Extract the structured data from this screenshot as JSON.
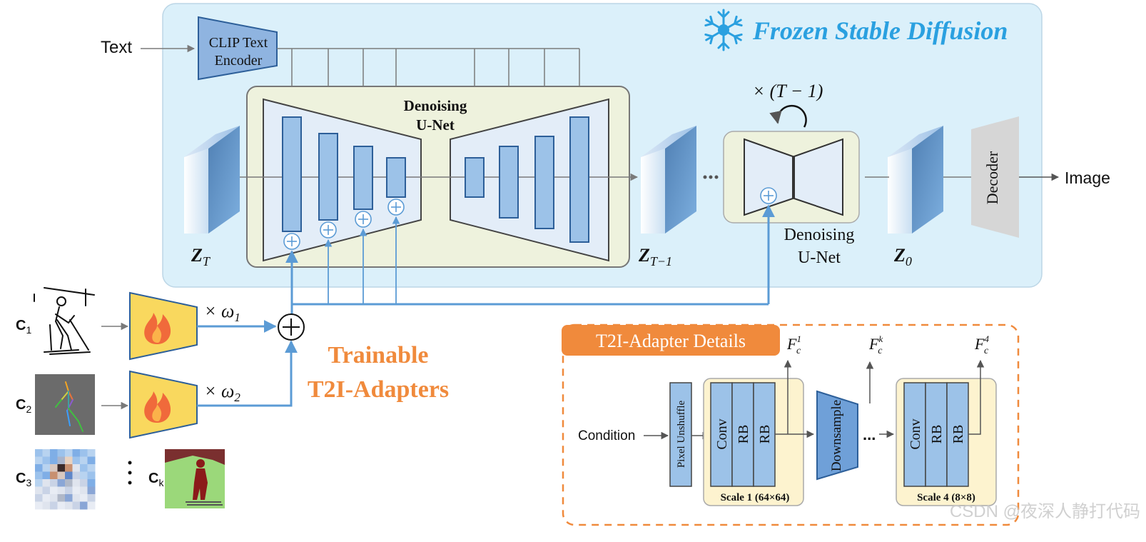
{
  "frozen": {
    "title": "Frozen Stable Diffusion",
    "icon": "snowflake-icon",
    "color": "#2aa0e0"
  },
  "text_input": "Text",
  "clip": {
    "line1": "CLIP Text",
    "line2": "Encoder"
  },
  "unet1": {
    "line1": "Denoising",
    "line2": "U-Net"
  },
  "unet2": {
    "line1": "Denoising",
    "line2": "U-Net"
  },
  "repeat_label": "× (T − 1)",
  "latents": {
    "zt": {
      "main": "Z",
      "sub": "T"
    },
    "zt1": {
      "main": "Z",
      "sub": "T−1"
    },
    "z0": {
      "main": "Z",
      "sub": "0"
    }
  },
  "decoder": "Decoder",
  "image_output": "Image",
  "conditions": [
    {
      "main": "C",
      "sub": "1"
    },
    {
      "main": "C",
      "sub": "2"
    },
    {
      "main": "C",
      "sub": "3"
    },
    {
      "main": "C",
      "sub": "k"
    }
  ],
  "weights": [
    {
      "main": "× ω",
      "sub": "1"
    },
    {
      "main": "× ω",
      "sub": "2"
    }
  ],
  "trainable": {
    "line1": "Trainable",
    "line2": "T2I-Adapters",
    "color": "#f08a3c"
  },
  "details": {
    "title": "T2I-Adapter Details",
    "condition": "Condition",
    "pixel_unshuffle": "Pixel Unshuffle",
    "conv": "Conv",
    "rb": "RB",
    "downsample": "Downsample",
    "scale1": "Scale 1 (64×64)",
    "scale4": "Scale 4 (8×8)",
    "ellipsis": "...",
    "features": [
      {
        "main": "F",
        "sub": "c",
        "sup": "1"
      },
      {
        "main": "F",
        "sub": "c",
        "sup": "k"
      },
      {
        "main": "F",
        "sub": "c",
        "sup": "4"
      }
    ]
  },
  "watermark": "CSDN @夜深人静打代码"
}
